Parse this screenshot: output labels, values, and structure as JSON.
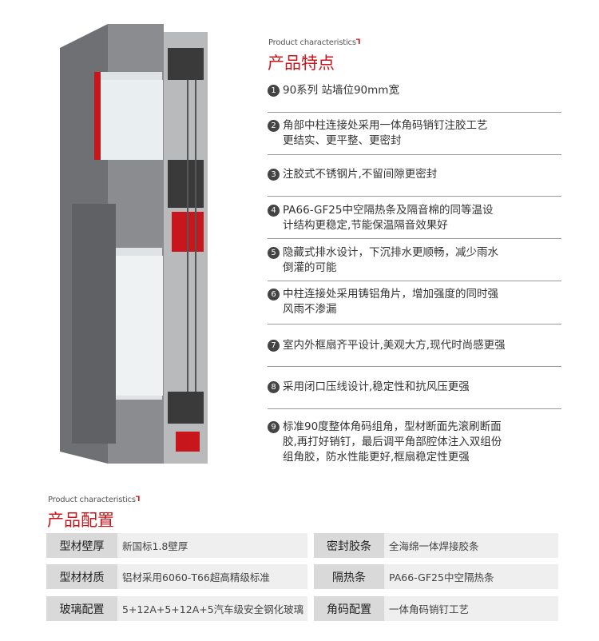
{
  "features_section": {
    "subtitle": "Product characteristics",
    "title": "产品特点",
    "items": [
      {
        "num": "1",
        "lines": [
          "90系列 站墙位90mm宽"
        ]
      },
      {
        "num": "2",
        "lines": [
          "角部中柱连接处采用一体角码销钉注胶工艺",
          "更结实、更平整、更密封"
        ]
      },
      {
        "num": "3",
        "lines": [
          "注胶式不锈钢片,不留间隙更密封"
        ]
      },
      {
        "num": "4",
        "lines": [
          "PA66-GF25中空隔热条及隔音棉的同等温设",
          "计结构更稳定,节能保温隔音效果好"
        ]
      },
      {
        "num": "5",
        "lines": [
          "隐藏式排水设计，下沉排水更顺畅，减少雨水",
          "倒灌的可能"
        ]
      },
      {
        "num": "6",
        "lines": [
          "中柱连接处采用铸铝角片，增加强度的同时强",
          "风雨不渗漏"
        ]
      },
      {
        "num": "7",
        "lines": [
          "室内外框扇齐平设计,美观大方,现代时尚感更强"
        ]
      },
      {
        "num": "8",
        "lines": [
          "采用闭口压线设计,稳定性和抗风压更强"
        ]
      },
      {
        "num": "9",
        "lines": [
          "标准90度整体角码组角，型材断面先滚刷断面",
          "胶,再打好销钉，最后调平角部腔体注入双组份",
          "组角胶，防水性能更好,框扇稳定性更强"
        ]
      }
    ]
  },
  "config_section": {
    "subtitle": "Product characteristics",
    "title": "产品配置",
    "rows": [
      {
        "l_label": "型材壁厚",
        "l_value": "新国标1.8壁厚",
        "r_label": "密封胶条",
        "r_value": "全海绵一体焊接胶条"
      },
      {
        "l_label": "型材材质",
        "l_value": "铝材采用6060-T66超高精级标准",
        "r_label": "隔热条",
        "r_value": "PA66-GF25中空隔热条"
      },
      {
        "l_label": "玻璃配置",
        "l_value": "5+12A+5+12A+5汽车级安全钢化玻璃",
        "r_label": "角码配置",
        "r_value": "一体角码销钉工艺"
      }
    ]
  },
  "colors": {
    "accent": "#c8161d",
    "frame": "#6b6d70"
  }
}
